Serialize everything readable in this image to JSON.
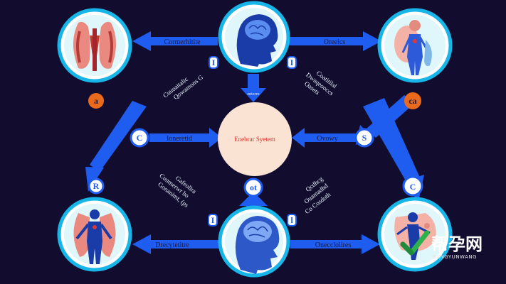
{
  "colors": {
    "background": "#120d2e",
    "arrow": "#1f5cf0",
    "ring": "#18b6e8",
    "center_fill": "#fbe3d3",
    "center_text": "#d8342c",
    "badge_orange": "#ea6a1d"
  },
  "center": {
    "label": "Enebrar Syetem"
  },
  "arrows": {
    "top_left": "Cormerhitite",
    "top_right": "Oreeics",
    "mid_left": "Ioneretid",
    "mid_right": "Ovowy",
    "bottom_left": "Drecytetitre",
    "bottom_right": "Onecclolires",
    "top_down": "enterro"
  },
  "badges": {
    "top_left_orange": "a",
    "top_right_orange": "ca",
    "mid_left": "C",
    "mid_right": "S",
    "lower_left": "R",
    "lower_right": "C",
    "top_center_left": "I",
    "top_center_right": "I",
    "bottom_center": "ot",
    "bottom_center_left": "I",
    "bottom_center_right": "l"
  },
  "diagonal_labels": {
    "upper_left": [
      "Cuuoaitalic",
      "Qowamons G"
    ],
    "upper_right": [
      "Coatitilal",
      "Dwaqeooccs",
      "Oasets"
    ],
    "lower_left": [
      "Gafeollra",
      "Cunmerwr ho",
      "Gonanimt, (ps"
    ],
    "lower_right": [
      "Qcdhcg",
      "Ouamadhd",
      "Co Cosdoth"
    ]
  },
  "nodes": {
    "top_left": "kidneys-icon",
    "top_center": "brain-head-icon",
    "top_right": "body-figure-icon",
    "bottom_left": "lungs-figure-icon",
    "bottom_center": "brain-head-icon",
    "bottom_right": "body-figure-icon"
  },
  "watermark": {
    "main": "帮孕网",
    "sub": "BANGYUNWANG"
  }
}
